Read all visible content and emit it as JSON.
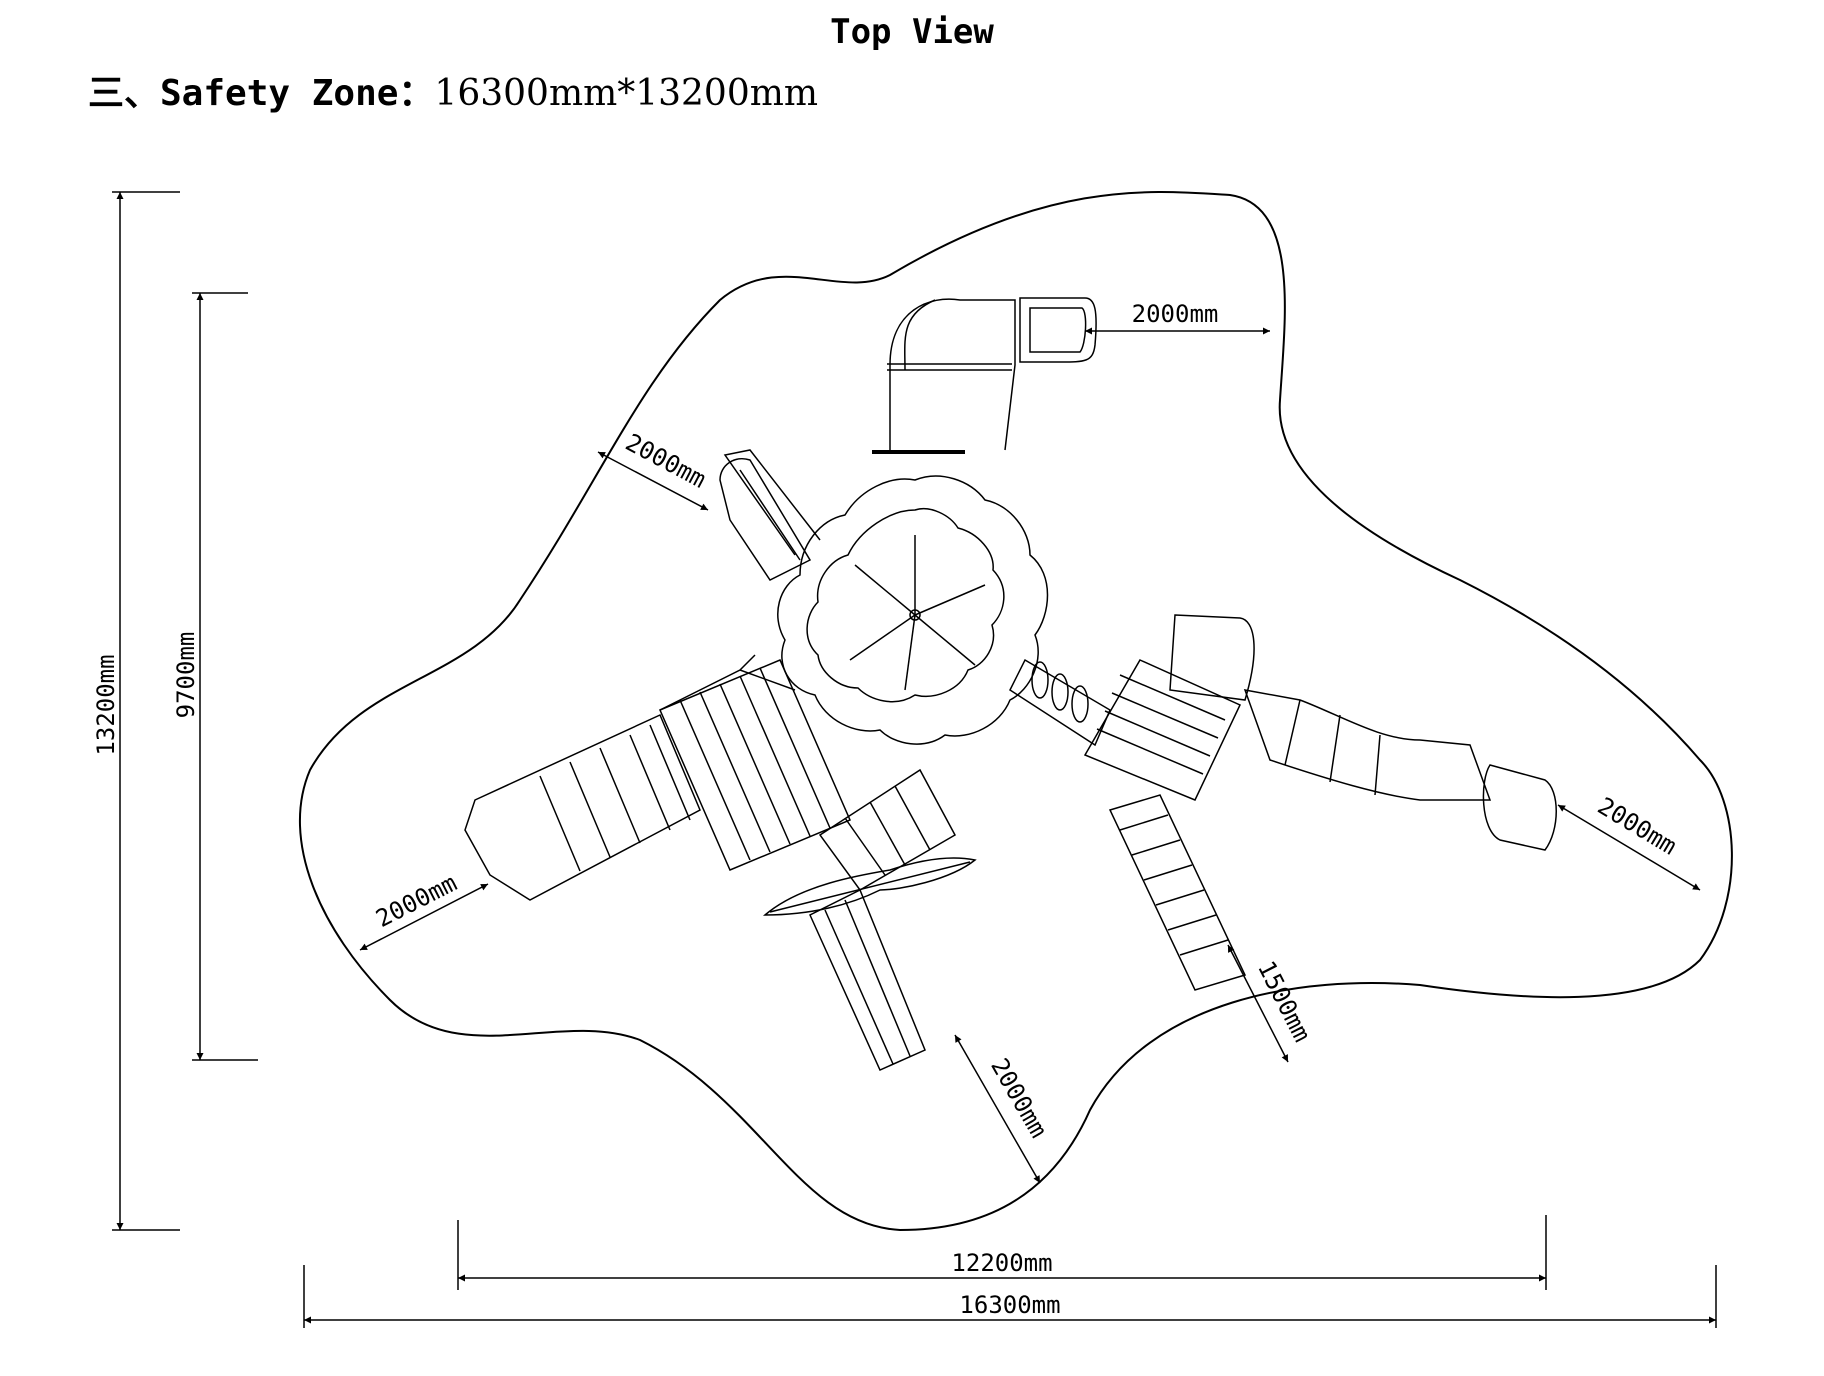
{
  "header": {
    "title": "Top View",
    "section_prefix": "三、Safety Zone：",
    "section_value": "16300mm*13200mm"
  },
  "dimensions": {
    "total_height": "13200mm",
    "inner_height": "9700mm",
    "inner_width": "12200mm",
    "total_width": "16300mm",
    "clearance_top_right": "2000mm",
    "clearance_upper_left": "2000mm",
    "clearance_left": "2000mm",
    "clearance_right": "2000mm",
    "clearance_bottom": "2000mm",
    "clearance_ladder": "1500mm"
  },
  "colors": {
    "ink": "#000000",
    "background": "#ffffff"
  }
}
